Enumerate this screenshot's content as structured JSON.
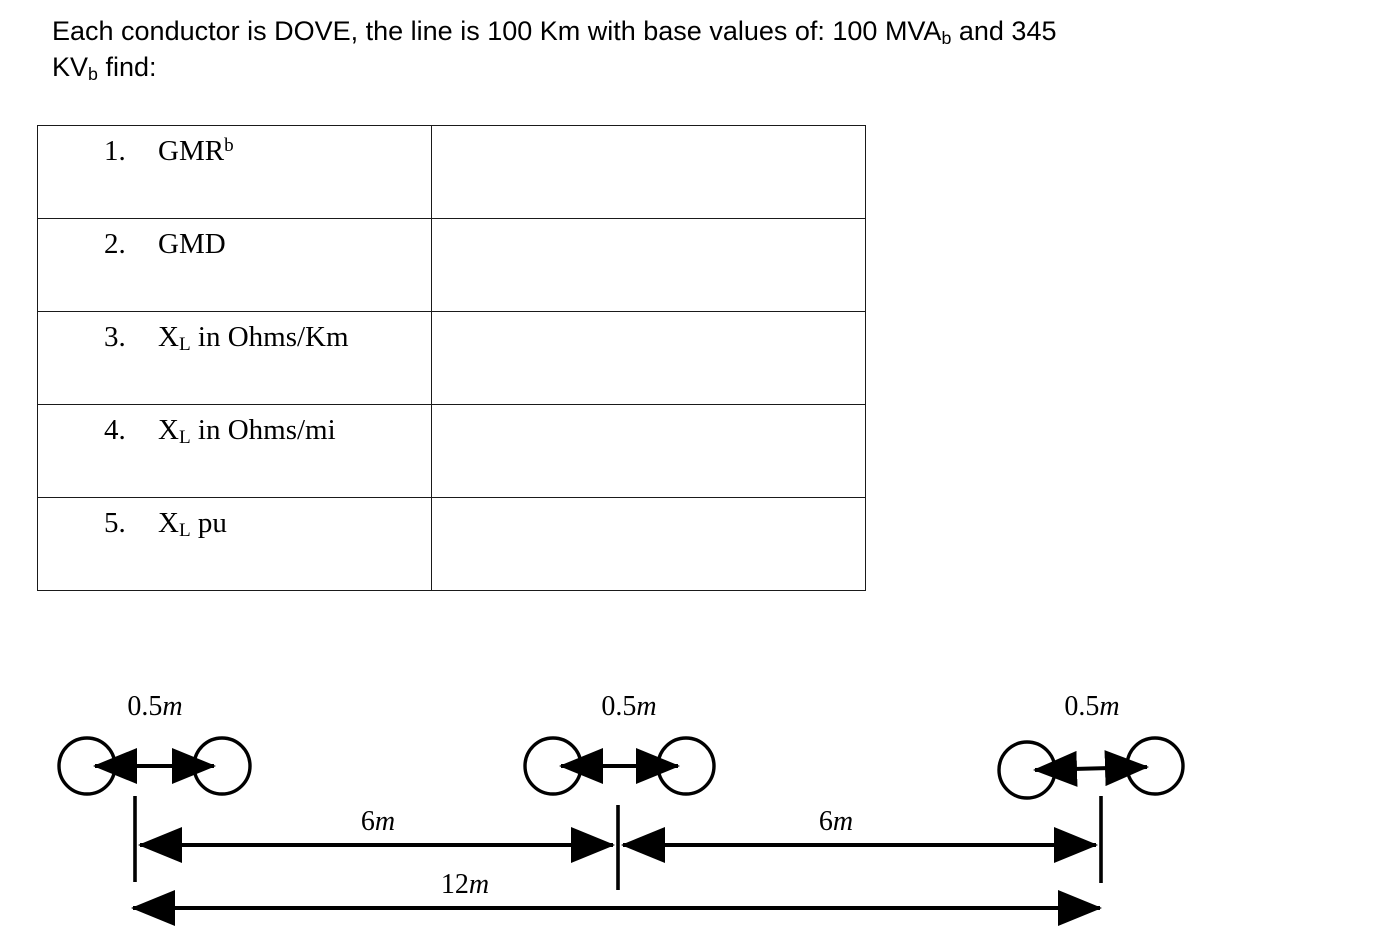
{
  "prompt": {
    "line1": "Each conductor is DOVE, the line is 100 Km with base values of: 100 MVA",
    "line1_sub": "b",
    "line1_cont": " and 345",
    "line2_pre": "KV",
    "line2_sub": "b",
    "line2_post": " find:"
  },
  "table": {
    "rows": [
      {
        "num": "1.",
        "label": "GMR",
        "sup": "b",
        "sub": "",
        "suffix": "",
        "answer": ""
      },
      {
        "num": "2.",
        "label": "GMD",
        "sup": "",
        "sub": "",
        "suffix": "",
        "answer": ""
      },
      {
        "num": "3.",
        "label": "X",
        "sup": "",
        "sub": "L",
        "suffix": " in Ohms/Km",
        "answer": ""
      },
      {
        "num": "4.",
        "label": "X",
        "sup": "",
        "sub": "L",
        "suffix": " in Ohms/mi",
        "answer": ""
      },
      {
        "num": "5.",
        "label": "X",
        "sup": "",
        "sub": "L",
        "suffix": " pu",
        "answer": ""
      }
    ]
  },
  "diagram": {
    "title": "three-phase transmission line tower conductor spacing",
    "bundles": [
      {
        "id": "phase-a",
        "label_value": "0.5",
        "label_unit": "m"
      },
      {
        "id": "phase-b",
        "label_value": "0.5",
        "label_unit": "m"
      },
      {
        "id": "phase-c",
        "label_value": "0.5",
        "label_unit": "m"
      }
    ],
    "spans": [
      {
        "id": "span-ab",
        "value": "6",
        "unit": "m"
      },
      {
        "id": "span-bc",
        "value": "6",
        "unit": "m"
      },
      {
        "id": "span-ac",
        "value": "12",
        "unit": "m"
      }
    ],
    "stroke_color": "#000000",
    "background_color": "#ffffff"
  }
}
